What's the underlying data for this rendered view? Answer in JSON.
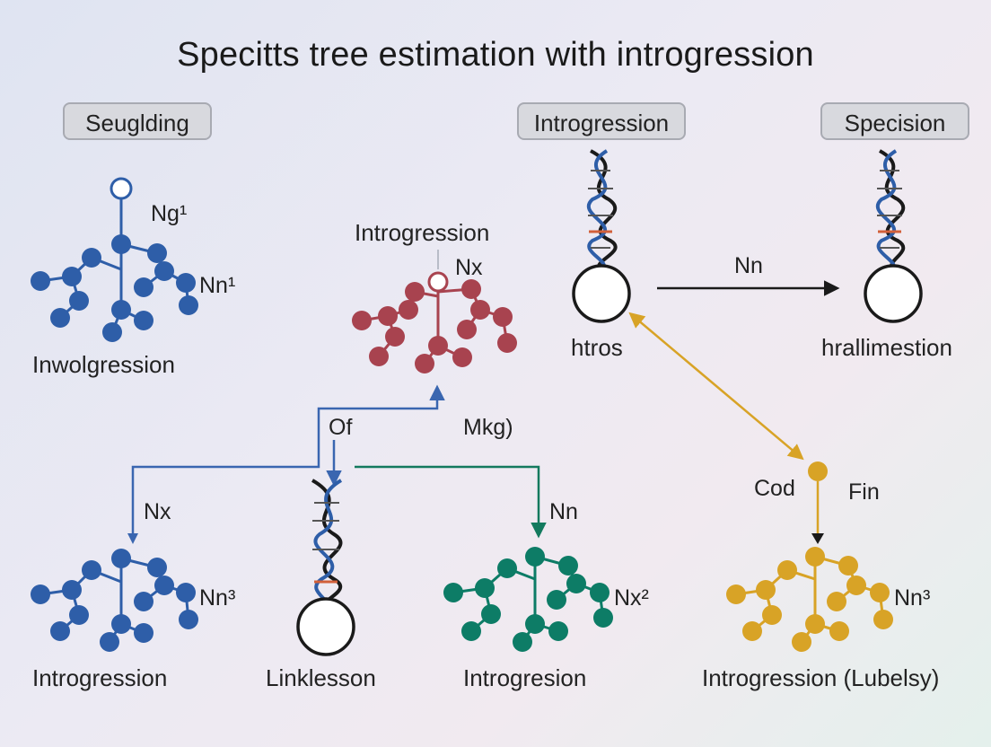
{
  "title": "Specitts tree estimation with introgression",
  "tags": {
    "left": "Seuglding",
    "middle": "Introgression",
    "right": "Specision"
  },
  "labels": {
    "ng1": "Ng¹",
    "nn1": "Nn¹",
    "inwolgression": "Inwolgression",
    "introgression_center": "Introgression",
    "nx_center": "Nx",
    "htros": "htros",
    "nn_arrow": "Nn",
    "hrallimestion": "hrallimestion",
    "of": "Of",
    "mkg": "Mkg)",
    "cod": "Cod",
    "fin": "Fin",
    "nx_bottom_left": "Nx",
    "nn3_left": "Nn³",
    "nn_green": "Nn",
    "nx2": "Nx²",
    "nn3_right": "Nn³",
    "introgression_bl": "Introgression",
    "linklesson": "Linklesson",
    "introgresion": "Introgresion",
    "introgression_lubelsy": "Introgression (Lubelsy)"
  },
  "colors": {
    "blue": "#2e5ea8",
    "red": "#a8434f",
    "green": "#0d7c66",
    "gold": "#d8a326",
    "dark": "#1a1a1a",
    "arrow_blue": "#3a66b0",
    "arrow_green": "#137a5e",
    "arrow_gold": "#d8a326"
  }
}
